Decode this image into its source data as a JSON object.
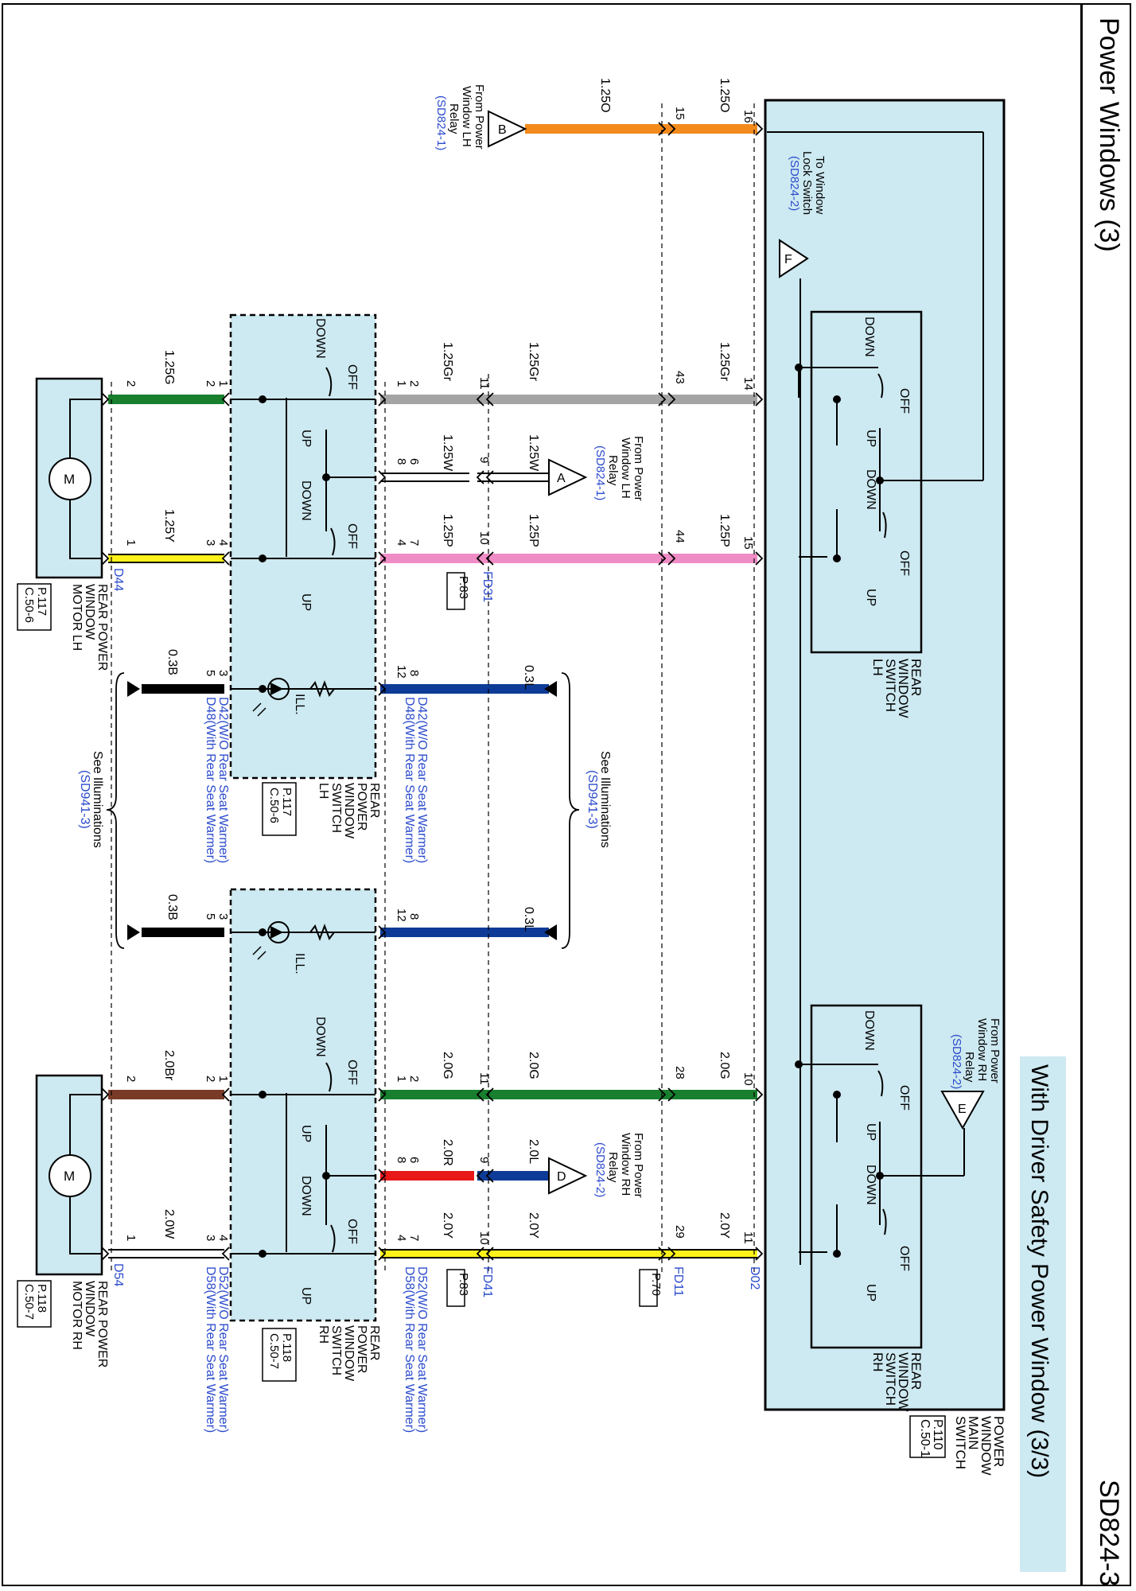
{
  "header": {
    "title": "Power Windows (3)",
    "page_code": "SD824-3"
  },
  "banner": {
    "title": "With Driver Safety Power Window (3/3)"
  },
  "main_switch": {
    "name_lines": [
      "POWER",
      "WINDOW",
      "MAIN",
      "SWITCH"
    ],
    "ref_lines": [
      "P.110",
      "C.50-1"
    ]
  },
  "switch_lh": {
    "name_lines": [
      "REAR",
      "WINDOW",
      "SWITCH",
      "LH"
    ],
    "pos_labels": [
      "DOWN",
      "OFF",
      "UP",
      "DOWN",
      "OFF",
      "UP"
    ]
  },
  "switch_rh": {
    "name_lines": [
      "REAR",
      "WINDOW",
      "SWITCH",
      "RH"
    ],
    "pos_labels": [
      "DOWN",
      "OFF",
      "UP",
      "DOWN",
      "OFF",
      "UP"
    ]
  },
  "rear_switch_lh": {
    "name_lines": [
      "REAR",
      "POWER",
      "WINDOW",
      "SWITCH",
      "LH"
    ],
    "ref_lines": [
      "P.117",
      "C.50-6"
    ],
    "pos_labels": [
      "DOWN",
      "OFF",
      "UP",
      "DOWN",
      "OFF",
      "UP"
    ],
    "ill_label": "ILL."
  },
  "rear_switch_rh": {
    "name_lines": [
      "REAR",
      "POWER",
      "WINDOW",
      "SWITCH",
      "RH"
    ],
    "ref_lines": [
      "P.118",
      "C.50-7"
    ],
    "pos_labels": [
      "DOWN",
      "OFF",
      "UP",
      "DOWN",
      "OFF",
      "UP"
    ],
    "ill_label": "ILL."
  },
  "motor_lh": {
    "symbol": "M",
    "name_lines": [
      "REAR POWER",
      "WINDOW",
      "MOTOR LH"
    ],
    "ref_lines": [
      "P.117",
      "C.50-6"
    ],
    "connector": "D44"
  },
  "motor_rh": {
    "symbol": "M",
    "name_lines": [
      "REAR POWER",
      "WINDOW",
      "MOTOR RH"
    ],
    "ref_lines": [
      "P.118",
      "C.50-7"
    ],
    "connector": "D54"
  },
  "offpage": {
    "B": {
      "letter": "B",
      "lines": [
        "From Power",
        "Window LH",
        "Relay"
      ],
      "ref": "(SD824-1)"
    },
    "F": {
      "letter": "F",
      "lines": [
        "To Window",
        "Lock Switch"
      ],
      "ref": "(SD824-2)"
    },
    "A": {
      "letter": "A",
      "lines": [
        "From Power",
        "Window LH",
        "Relay"
      ],
      "ref": "(SD824-1)"
    },
    "D": {
      "letter": "D",
      "lines": [
        "From Power",
        "Window RH",
        "Relay"
      ],
      "ref": "(SD824-2)"
    },
    "E": {
      "letter": "E",
      "lines": [
        "From Power",
        "Window RH",
        "Relay"
      ],
      "ref": "(SD824-2)"
    }
  },
  "illumination": {
    "lines": [
      "See Illuminations"
    ],
    "ref": "(SD941-3)"
  },
  "connectors": {
    "FD31": {
      "name": "FD31",
      "ref": "P.83"
    },
    "FD41": {
      "name": "FD41",
      "ref": "P.83"
    },
    "FD11": {
      "name": "FD11",
      "ref": "P.70"
    },
    "D02": {
      "name": "D02"
    },
    "D42": {
      "line1": "D42(W/O Rear Seat Warmer)",
      "line2": "D48(With Rear Seat Warmer)"
    },
    "D52": {
      "line1": "D52(W/O Rear Seat Warmer)",
      "line2": "D58(With Rear Seat Warmer)"
    }
  },
  "wires": {
    "w125O": "1.25O",
    "w125Gr": "1.25Gr",
    "w125W": "1.25W",
    "w125P": "1.25P",
    "w125G": "1.25G",
    "w125Y": "1.25Y",
    "w03L": "0.3L",
    "w03B": "0.3B",
    "w20G": "2.0G",
    "w20L": "2.0L",
    "w20R": "2.0R",
    "w20Y": "2.0Y",
    "w20Br": "2.0Br",
    "w20W": "2.0W"
  },
  "pins": {
    "p16": "16",
    "p15": "15",
    "p14": "14",
    "p43": "43",
    "p44": "44",
    "p11": "11",
    "p9": "9",
    "p10": "10",
    "p1": "1",
    "p2": "2",
    "p3": "3",
    "p4": "4",
    "p5": "5",
    "p6": "6",
    "p7": "7",
    "p8": "8",
    "p12": "12",
    "p28": "28",
    "p29": "29"
  },
  "colors": {
    "panel": "#cde9f1",
    "orange": "#f28a1c",
    "gray": "#a4a4a4",
    "pink": "#f08cc5",
    "green": "#177f2e",
    "yellow": "#fff21a",
    "blue": "#0e3b97",
    "black": "#000000",
    "red": "#e81818",
    "brown": "#7a3a28",
    "white_wire": "#ffffff",
    "link": "#2b4bcc"
  }
}
